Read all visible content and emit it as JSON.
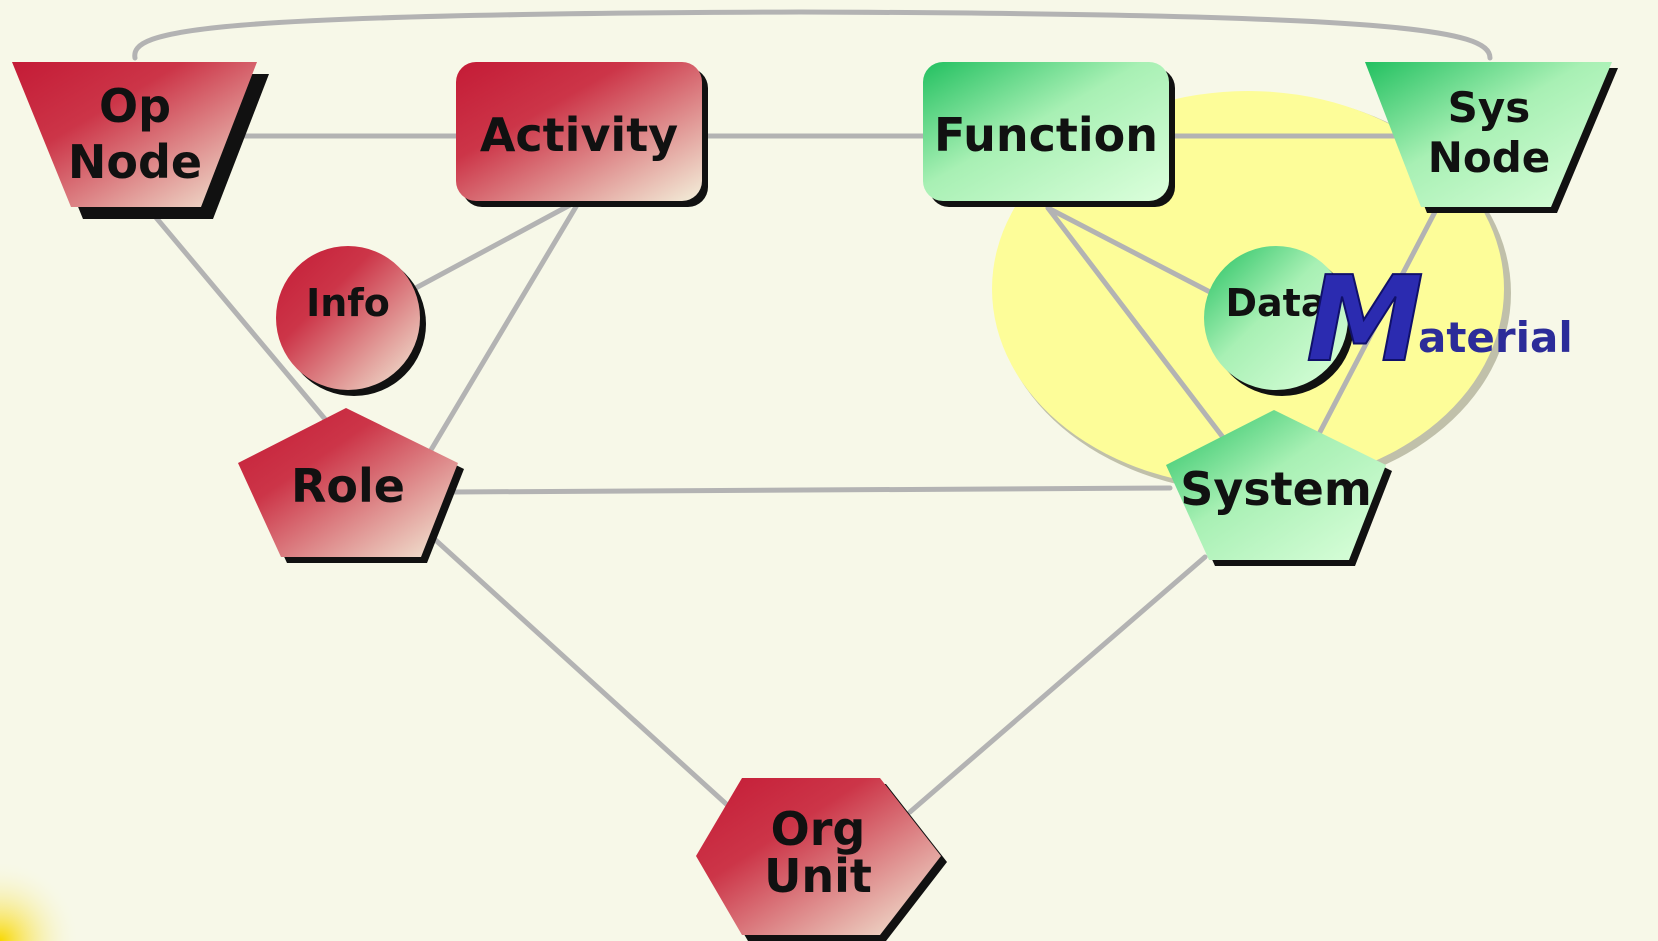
{
  "nodes": {
    "op_node": {
      "line1": "Op",
      "line2": "Node"
    },
    "activity": {
      "label": "Activity"
    },
    "function": {
      "label": "Function"
    },
    "sys_node": {
      "line1": "Sys",
      "line2": "Node"
    },
    "info": {
      "label": "Info"
    },
    "data": {
      "label": "Data"
    },
    "role": {
      "label": "Role"
    },
    "system": {
      "label": "System"
    },
    "org_unit": {
      "line1": "Org",
      "line2": "Unit"
    }
  },
  "material": {
    "initial": "M",
    "rest": "aterial"
  },
  "colors": {
    "operational_red": "#c8203a",
    "operational_light": "#f2ecd6",
    "system_green": "#2ec468",
    "system_light": "#d8ffd8",
    "material_highlight": "#fdfd99",
    "connector_gray": "#b0b0b0",
    "background": "#f7f8e8"
  }
}
